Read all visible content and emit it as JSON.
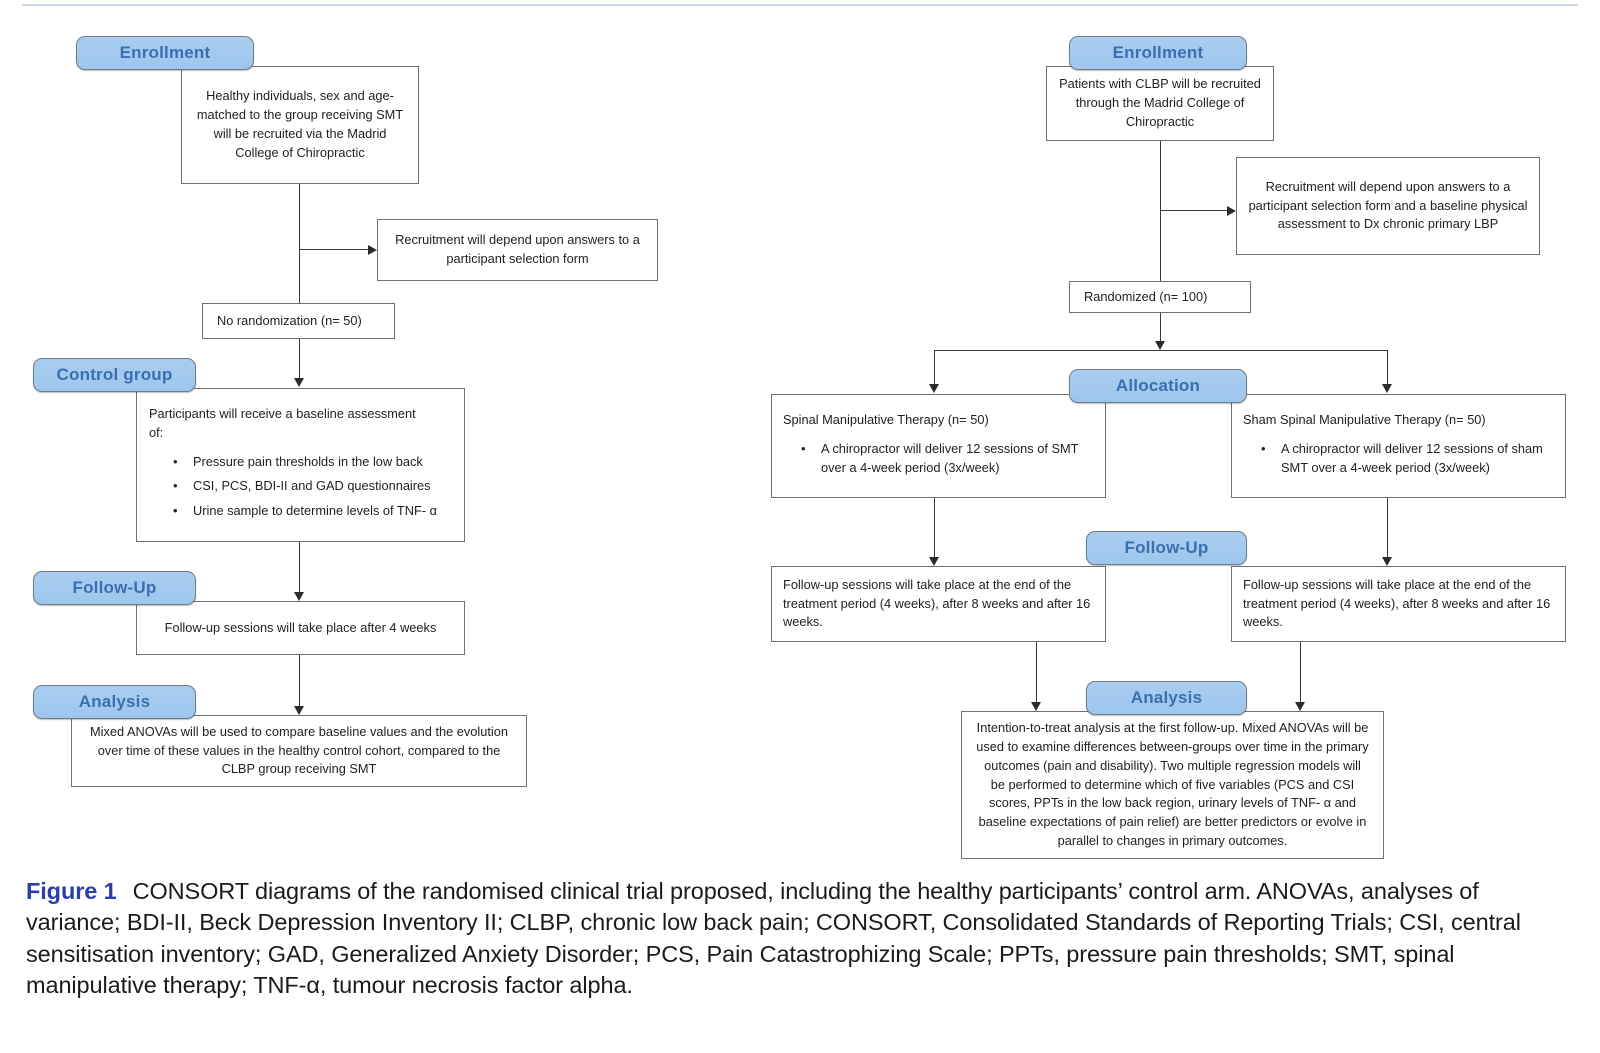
{
  "figure": {
    "label": "Figure 1",
    "caption": "CONSORT diagrams of the randomised clinical trial proposed, including the healthy participants’ control arm. ANOVAs, analyses of variance; BDI-II, Beck Depression Inventory II; CLBP, chronic low back pain; CONSORT, Consolidated Standards of Reporting Trials; CSI, central sensitisation inventory; GAD, Generalized Anxiety Disorder; PCS, Pain Catastrophizing Scale; PPTs, pressure pain thresholds; SMT, spinal manipulative therapy; TNF-α, tumour necrosis factor alpha."
  },
  "colors": {
    "badge_fill": "#a9cdf0",
    "badge_text": "#3a6fb0",
    "badge_border": "#707c86",
    "box_border": "#6f6f6f",
    "connector": "#3a3a3a",
    "figure_label": "#2b3ea8",
    "top_rule": "#c9d6ea"
  },
  "left_diagram": {
    "badges": {
      "enrollment": "Enrollment",
      "control_group": "Control group",
      "follow_up": "Follow-Up",
      "analysis": "Analysis"
    },
    "enrollment_box": "Healthy individuals, sex and age-matched to the group receiving SMT will be recruited via the Madrid College of Chiropractic",
    "recruitment_box": "Recruitment will depend upon answers to a participant selection form",
    "no_randomization_box": "No randomization (n= 50)",
    "control_box": {
      "intro": "Participants will receive a baseline assessment",
      "intro_second_line": "of:",
      "bullets": [
        "Pressure pain thresholds in the low back",
        "CSI, PCS, BDI-II and GAD questionnaires",
        "Urine sample to determine levels of TNF- α"
      ]
    },
    "follow_up_box": "Follow-up sessions will take place after 4 weeks",
    "analysis_box": "Mixed ANOVAs will be used to compare baseline values and the evolution over time of these values in the healthy control cohort, compared to the CLBP group receiving SMT"
  },
  "right_diagram": {
    "badges": {
      "enrollment": "Enrollment",
      "allocation": "Allocation",
      "follow_up": "Follow-Up",
      "analysis": "Analysis"
    },
    "enrollment_box": "Patients with CLBP will be recruited through the Madrid College of Chiropractic",
    "recruitment_box": "Recruitment will depend upon answers to a participant selection form and a baseline physical assessment to Dx chronic primary LBP",
    "randomized_box": "Randomized (n= 100)",
    "allocation_left": {
      "title": "Spinal Manipulative Therapy (n= 50)",
      "bullets": [
        "A chiropractor will deliver 12 sessions of SMT over a 4-week period (3x/week)"
      ]
    },
    "allocation_right": {
      "title": "Sham Spinal Manipulative Therapy (n= 50)",
      "bullets": [
        "A chiropractor will deliver 12 sessions of sham SMT over a 4-week period (3x/week)"
      ]
    },
    "follow_up_left": "Follow-up sessions will take place at the end of the treatment period (4 weeks), after 8 weeks and after 16 weeks.",
    "follow_up_right": "Follow-up sessions will take place at the end of the treatment period (4 weeks), after 8 weeks and after 16 weeks.",
    "analysis_box": "Intention-to-treat analysis at the first follow-up. Mixed ANOVAs will be used to examine differences between-groups over time in the primary outcomes (pain and disability). Two multiple regression models will be performed to determine which of five variables (PCS and CSI scores, PPTs in the low back region, urinary levels of TNF- α and baseline expectations of pain relief) are better predictors or evolve in parallel to changes in primary outcomes."
  }
}
